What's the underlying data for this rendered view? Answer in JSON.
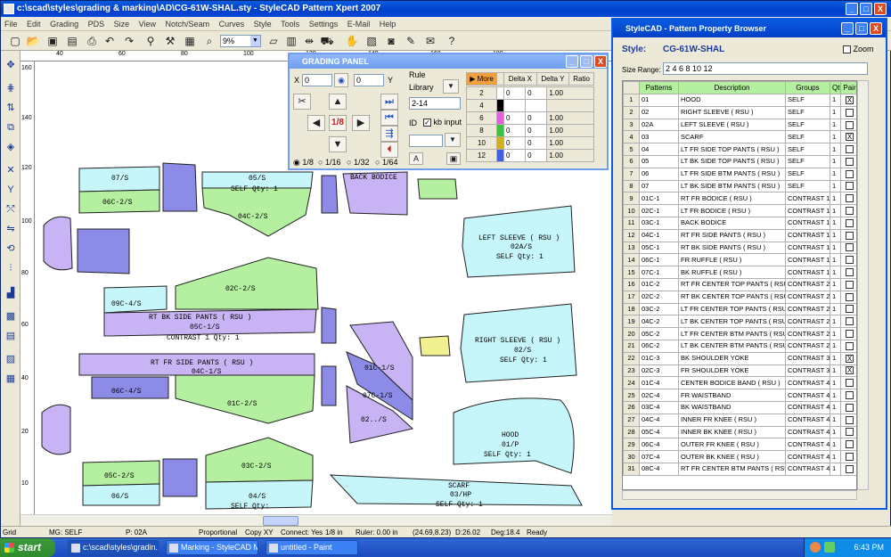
{
  "window": {
    "title": "c:\\scad\\styles\\grading & marking\\AD\\CG-61W-SHAL.sty - StyleCAD Pattern Xpert 2007",
    "min": "_",
    "max": "□",
    "close": "X"
  },
  "menu": [
    "File",
    "Edit",
    "Grading",
    "PDS",
    "Size",
    "View",
    "Notch/Seam",
    "Curves",
    "Style",
    "Tools",
    "Settings",
    "E-Mail",
    "Help"
  ],
  "toolbar": {
    "zoom": "9%"
  },
  "ruler": {
    "h": [
      "40",
      "60",
      "80",
      "100",
      "120",
      "140",
      "160",
      "180"
    ],
    "v": [
      "160",
      "140",
      "120",
      "100",
      "80",
      "60",
      "40",
      "20",
      "10"
    ]
  },
  "colors": {
    "cyan": "#c6f6fa",
    "purple": "#c8b4f4",
    "green": "#b4f0a0",
    "blue": "#8c8ce8",
    "yellow": "#f0f090",
    "outline": "#202020"
  },
  "pieces": [
    {
      "label": "07/S"
    },
    {
      "label": "06C-2/S"
    },
    {
      "label": "05/S"
    },
    {
      "label": "SELF Qty: 1"
    },
    {
      "label": "04C-2/S"
    },
    {
      "label": "BACK BODICE"
    },
    {
      "label": "02C-2/S"
    },
    {
      "label": "09C-4/S"
    },
    {
      "label": "RT BK SIDE PANTS ( RSU )"
    },
    {
      "label": "05C-1/S"
    },
    {
      "label": "CONTRAST 1 Qty: 1"
    },
    {
      "label": "RT FR SIDE PANTS ( RSU )"
    },
    {
      "label": "04C-1/S"
    },
    {
      "label": "06C-4/S"
    },
    {
      "label": "01C-2/S"
    },
    {
      "label": "LEFT SLEEVE ( RSU )"
    },
    {
      "label": "02A/S"
    },
    {
      "label": "SELF Qty: 1"
    },
    {
      "label": "RIGHT SLEEVE ( RSU )"
    },
    {
      "label": "02/S"
    },
    {
      "label": "SELF Qty: 1"
    },
    {
      "label": "01C-1/S"
    },
    {
      "label": "07C-1/S"
    },
    {
      "label": "02../S"
    },
    {
      "label": "HOOD"
    },
    {
      "label": "01/P"
    },
    {
      "label": "SELF Qty: 1"
    },
    {
      "label": "05C-2/S"
    },
    {
      "label": "06/S"
    },
    {
      "label": "03C-2/S"
    },
    {
      "label": "04/S"
    },
    {
      "label": "SELF Qty:"
    },
    {
      "label": "SCARF"
    },
    {
      "label": "03/HP"
    },
    {
      "label": "SELF Qty: 1"
    }
  ],
  "grading_panel": {
    "title": "GRADING PANEL",
    "x_label": "X",
    "x_value": "0",
    "y_label": "Y",
    "y_value": "0",
    "fraction": "1/8",
    "rule_label": "Rule",
    "library_label": "Library",
    "rule_value": "2-14",
    "id_label": "ID",
    "kb_label": "kb input",
    "kb_checked": "✓",
    "a_button": "A",
    "radios": [
      "1/8",
      "1/16",
      "1/32",
      "1/64"
    ],
    "headers": [
      "More",
      "Delta X",
      "Delta Y",
      "Ratio"
    ],
    "rows": [
      {
        "size": "2",
        "color": "#ffffff",
        "dx": "0",
        "dy": "0",
        "ratio": "1.00"
      },
      {
        "size": "4",
        "color": "#000000",
        "dx": "",
        "dy": "",
        "ratio": ""
      },
      {
        "size": "6",
        "color": "#e060e0",
        "dx": "0",
        "dy": "0",
        "ratio": "1.00"
      },
      {
        "size": "8",
        "color": "#40c040",
        "dx": "0",
        "dy": "0",
        "ratio": "1.00"
      },
      {
        "size": "10",
        "color": "#d0b020",
        "dx": "0",
        "dy": "0",
        "ratio": "1.00"
      },
      {
        "size": "12",
        "color": "#4060e0",
        "dx": "0",
        "dy": "0",
        "ratio": "1.00"
      }
    ]
  },
  "property_browser": {
    "title": "StyleCAD - Pattern Property Browser",
    "style_label": "Style:",
    "style_value": "CG-61W-SHAL",
    "zoom_label": "Zoom",
    "size_range_label": "Size Range:",
    "size_range_value": "2 4 6 8 10 12",
    "headers": [
      "",
      "Patterns",
      "Description",
      "Groups",
      "Qty",
      "Pair"
    ],
    "rows": [
      {
        "n": "1",
        "p": "01",
        "d": "HOOD",
        "g": "SELF",
        "q": "1",
        "c": "X"
      },
      {
        "n": "2",
        "p": "02",
        "d": "RIGHT SLEEVE ( RSU )",
        "g": "SELF",
        "q": "1",
        "c": ""
      },
      {
        "n": "3",
        "p": "02A",
        "d": "LEFT SLEEVE ( RSU )",
        "g": "SELF",
        "q": "1",
        "c": ""
      },
      {
        "n": "4",
        "p": "03",
        "d": "SCARF",
        "g": "SELF",
        "q": "1",
        "c": "X"
      },
      {
        "n": "5",
        "p": "04",
        "d": "LT FR SIDE TOP PANTS ( RSU )",
        "g": "SELF",
        "q": "1",
        "c": ""
      },
      {
        "n": "6",
        "p": "05",
        "d": "LT BK SIDE TOP PANTS ( RSU )",
        "g": "SELF",
        "q": "1",
        "c": ""
      },
      {
        "n": "7",
        "p": "06",
        "d": "LT FR SIDE BTM PANTS ( RSU )",
        "g": "SELF",
        "q": "1",
        "c": ""
      },
      {
        "n": "8",
        "p": "07",
        "d": "LT BK SIDE BTM PANTS ( RSU )",
        "g": "SELF",
        "q": "1",
        "c": ""
      },
      {
        "n": "9",
        "p": "01C-1",
        "d": "RT FR BODICE ( RSU )",
        "g": "CONTRAST 1",
        "q": "1",
        "c": ""
      },
      {
        "n": "10",
        "p": "02C-1",
        "d": "LT FR BODICE ( RSU )",
        "g": "CONTRAST 1",
        "q": "1",
        "c": ""
      },
      {
        "n": "11",
        "p": "03C-1",
        "d": "BACK BODICE",
        "g": "CONTRAST 1",
        "q": "1",
        "c": ""
      },
      {
        "n": "12",
        "p": "04C-1",
        "d": "RT FR SIDE PANTS ( RSU )",
        "g": "CONTRAST 1",
        "q": "1",
        "c": ""
      },
      {
        "n": "13",
        "p": "05C-1",
        "d": "RT BK SIDE PANTS ( RSU )",
        "g": "CONTRAST 1",
        "q": "1",
        "c": ""
      },
      {
        "n": "14",
        "p": "06C-1",
        "d": "FR RUFFLE ( RSU )",
        "g": "CONTRAST 1",
        "q": "1",
        "c": ""
      },
      {
        "n": "15",
        "p": "07C-1",
        "d": "BK RUFFLE ( RSU )",
        "g": "CONTRAST 1",
        "q": "1",
        "c": ""
      },
      {
        "n": "16",
        "p": "01C-2",
        "d": "RT FR CENTER TOP PANTS ( RSU )",
        "g": "CONTRAST 2",
        "q": "1",
        "c": ""
      },
      {
        "n": "17",
        "p": "02C-2",
        "d": "RT BK CENTER TOP PANTS ( RSU )",
        "g": "CONTRAST 2",
        "q": "1",
        "c": ""
      },
      {
        "n": "18",
        "p": "03C-2",
        "d": "LT FR CENTER TOP PANTS ( RSU )",
        "g": "CONTRAST 2",
        "q": "1",
        "c": ""
      },
      {
        "n": "19",
        "p": "04C-2",
        "d": "LT BK CENTER TOP PANTS ( RSU )",
        "g": "CONTRAST 2",
        "q": "1",
        "c": ""
      },
      {
        "n": "20",
        "p": "05C-2",
        "d": "LT FR CENTER BTM PANTS ( RSU )",
        "g": "CONTRAST 2",
        "q": "1",
        "c": ""
      },
      {
        "n": "21",
        "p": "06C-2",
        "d": "LT BK CENTER BTM PANTS ( RSU )",
        "g": "CONTRAST 2",
        "q": "1",
        "c": ""
      },
      {
        "n": "22",
        "p": "01C-3",
        "d": "BK SHOULDER YOKE",
        "g": "CONTRAST 3",
        "q": "1",
        "c": "X"
      },
      {
        "n": "23",
        "p": "02C-3",
        "d": "FR SHOULDER YOKE",
        "g": "CONTRAST 3",
        "q": "1",
        "c": "X"
      },
      {
        "n": "24",
        "p": "01C-4",
        "d": "CENTER BODICE BAND ( RSU )",
        "g": "CONTRAST 4",
        "q": "1",
        "c": ""
      },
      {
        "n": "25",
        "p": "02C-4",
        "d": "FR WAISTBAND",
        "g": "CONTRAST 4",
        "q": "1",
        "c": ""
      },
      {
        "n": "26",
        "p": "03C-4",
        "d": "BK WAISTBAND",
        "g": "CONTRAST 4",
        "q": "1",
        "c": ""
      },
      {
        "n": "27",
        "p": "04C-4",
        "d": "INNER FR KNEE ( RSU )",
        "g": "CONTRAST 4",
        "q": "1",
        "c": ""
      },
      {
        "n": "28",
        "p": "05C-4",
        "d": "INNER BK KNEE ( RSU )",
        "g": "CONTRAST 4",
        "q": "1",
        "c": ""
      },
      {
        "n": "29",
        "p": "06C-4",
        "d": "OUTER FR KNEE ( RSU )",
        "g": "CONTRAST 4",
        "q": "1",
        "c": ""
      },
      {
        "n": "30",
        "p": "07C-4",
        "d": "OUTER BK KNEE ( RSU )",
        "g": "CONTRAST 4",
        "q": "1",
        "c": ""
      },
      {
        "n": "31",
        "p": "08C-4",
        "d": "RT FR CENTER BTM PANTS ( RSU )",
        "g": "CONTRAST 4",
        "q": "1",
        "c": ""
      }
    ]
  },
  "status": [
    "Grid",
    "MG: SELF",
    "P: 02A",
    "Proportional",
    "Copy XY",
    "Connect: Yes",
    "1/8 in",
    "Ruler:  0.00 in",
    "(24.69,8.23)",
    "D:26.02",
    "Deg:18.4",
    "Ready"
  ],
  "taskbar": {
    "start": "start",
    "tasks": [
      "c:\\scad\\styles\\gradin...",
      "Marking - StyleCAD Ma...",
      "untitled - Paint"
    ],
    "clock": "6:43 PM"
  }
}
